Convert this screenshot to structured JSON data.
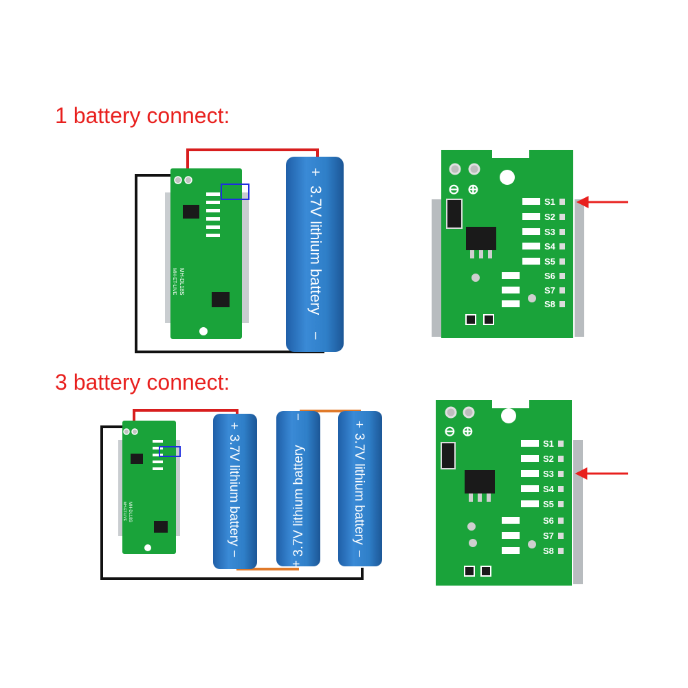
{
  "headings": {
    "one": "1 battery connect:",
    "three": "3 battery connect:"
  },
  "battery": {
    "label": "3.7V lithium battery",
    "plus": "+",
    "minus": "−"
  },
  "pcb": {
    "model": "MH-DL18S",
    "model_rev": "MH-ET-LIVE",
    "terminal_neg": "⊖",
    "terminal_pos": "⊕",
    "settings": [
      "S1",
      "S2",
      "S3",
      "S4",
      "S5",
      "S6",
      "S7",
      "S8"
    ]
  },
  "highlight": {
    "one_battery_setting": "S1",
    "three_battery_setting": "S3"
  },
  "colors": {
    "heading": "#e8201e",
    "pcb": "#1aa33a",
    "battery": "#2f7fc8",
    "wire_red": "#d81e1e",
    "wire_black": "#111111",
    "wire_orange": "#e07a2a",
    "arrow": "#e8201e",
    "highlight_box": "#1f2ee0"
  }
}
